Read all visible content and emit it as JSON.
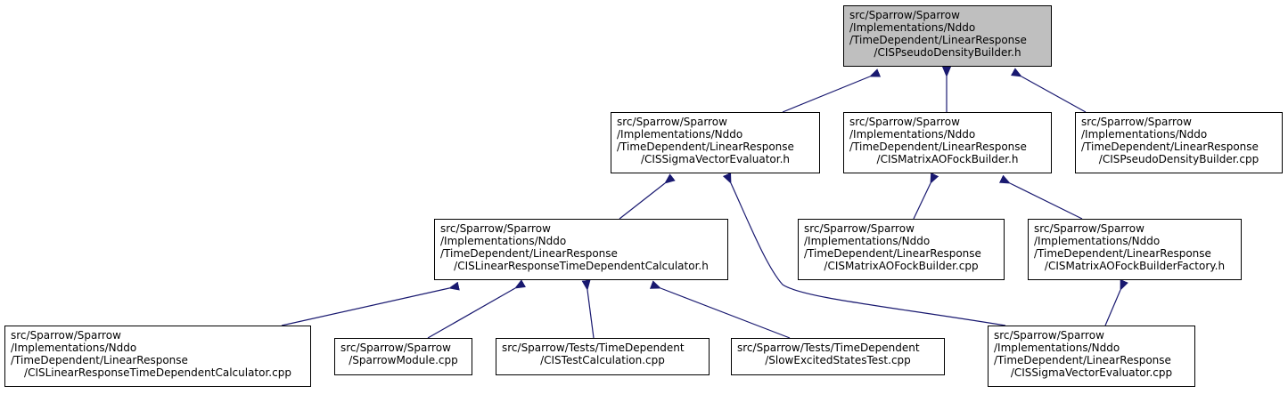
{
  "nodes": {
    "root": [
      "src/Sparrow/Sparrow",
      "/Implementations/Nddo",
      "/TimeDependent/LinearResponse",
      "/CISPseudoDensityBuilder.h"
    ],
    "sigma_h": [
      "src/Sparrow/Sparrow",
      "/Implementations/Nddo",
      "/TimeDependent/LinearResponse",
      "/CISSigmaVectorEvaluator.h"
    ],
    "fock_h": [
      "src/Sparrow/Sparrow",
      "/Implementations/Nddo",
      "/TimeDependent/LinearResponse",
      "/CISMatrixAOFockBuilder.h"
    ],
    "pseudo_cpp": [
      "src/Sparrow/Sparrow",
      "/Implementations/Nddo",
      "/TimeDependent/LinearResponse",
      "/CISPseudoDensityBuilder.cpp"
    ],
    "calc_h": [
      "src/Sparrow/Sparrow",
      "/Implementations/Nddo",
      "/TimeDependent/LinearResponse",
      "/CISLinearResponseTimeDependentCalculator.h"
    ],
    "fock_cpp": [
      "src/Sparrow/Sparrow",
      "/Implementations/Nddo",
      "/TimeDependent/LinearResponse",
      "/CISMatrixAOFockBuilder.cpp"
    ],
    "factory_h": [
      "src/Sparrow/Sparrow",
      "/Implementations/Nddo",
      "/TimeDependent/LinearResponse",
      "/CISMatrixAOFockBuilderFactory.h"
    ],
    "calc_cpp": [
      "src/Sparrow/Sparrow",
      "/Implementations/Nddo",
      "/TimeDependent/LinearResponse",
      "/CISLinearResponseTimeDependentCalculator.cpp"
    ],
    "module_cpp": [
      "src/Sparrow/Sparrow",
      "/SparrowModule.cpp"
    ],
    "test_calc": [
      "src/Sparrow/Tests/TimeDependent",
      "/CISTestCalculation.cpp"
    ],
    "slow_test": [
      "src/Sparrow/Tests/TimeDependent",
      "/SlowExcitedStatesTest.cpp"
    ],
    "sigma_cpp": [
      "src/Sparrow/Sparrow",
      "/Implementations/Nddo",
      "/TimeDependent/LinearResponse",
      "/CISSigmaVectorEvaluator.cpp"
    ]
  },
  "colors": {
    "edge": "#191970",
    "root_fill": "#bfbfbf",
    "border": "#000000"
  }
}
